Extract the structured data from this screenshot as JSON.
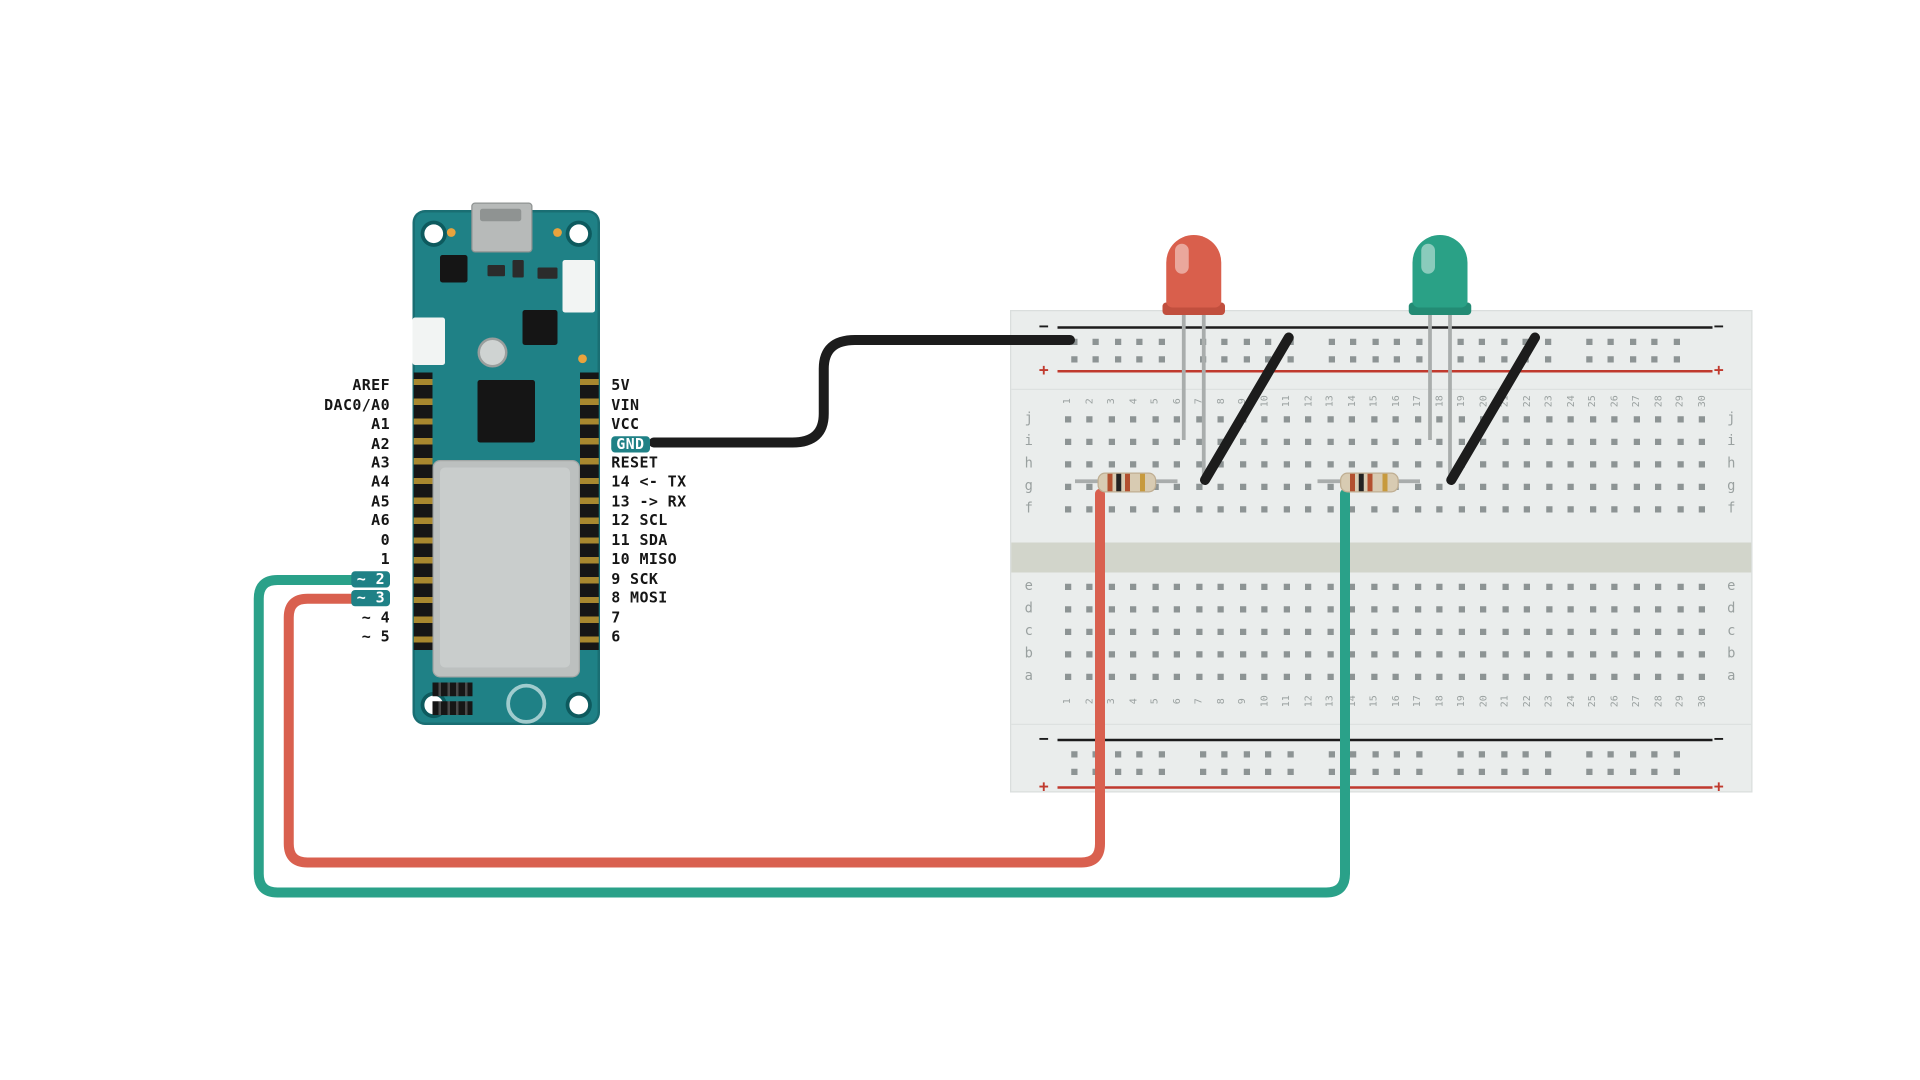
{
  "palette": {
    "board_teal": "#1f8186",
    "wire_black": "#1c1c1c",
    "wire_red": "#d9604f",
    "wire_teal": "#2aa189",
    "led_red": "#d95f4c",
    "led_red_dark": "#c14f3e",
    "led_green": "#2aa186",
    "led_green_dark": "#238b74",
    "breadboard_bg": "#eaedec",
    "hole_gray": "#8d9494",
    "rail_red_line": "#c03a2e",
    "rail_black_line": "#1c1c1c",
    "label_gray": "#9aa1a0",
    "lead_gray": "#a9adac",
    "resistor_body": "#d8cbb2",
    "resistor_bands": [
      "#b3502f",
      "#222222",
      "#b3502f",
      "#c79a3d"
    ]
  },
  "arduino": {
    "left_pins": [
      {
        "label": "AREF",
        "highlight": false
      },
      {
        "label": "DAC0/A0",
        "highlight": false
      },
      {
        "label": "A1",
        "highlight": false
      },
      {
        "label": "A2",
        "highlight": false
      },
      {
        "label": "A3",
        "highlight": false
      },
      {
        "label": "A4",
        "highlight": false
      },
      {
        "label": "A5",
        "highlight": false
      },
      {
        "label": "A6",
        "highlight": false
      },
      {
        "label": "0",
        "highlight": false
      },
      {
        "label": "1",
        "highlight": false
      },
      {
        "label": "~ 2",
        "highlight": true
      },
      {
        "label": "~ 3",
        "highlight": true
      },
      {
        "label": "~ 4",
        "highlight": false
      },
      {
        "label": "~ 5",
        "highlight": false
      }
    ],
    "right_pins": [
      {
        "label": "5V",
        "highlight": false
      },
      {
        "label": "VIN",
        "highlight": false
      },
      {
        "label": "VCC",
        "highlight": false
      },
      {
        "label": "GND",
        "highlight": true
      },
      {
        "label": "RESET",
        "highlight": false
      },
      {
        "label": "14 <- TX",
        "highlight": false
      },
      {
        "label": "13 -> RX",
        "highlight": false
      },
      {
        "label": "12 SCL",
        "highlight": false
      },
      {
        "label": "11 SDA",
        "highlight": false
      },
      {
        "label": "10 MISO",
        "highlight": false
      },
      {
        "label": "9 SCK",
        "highlight": false
      },
      {
        "label": "8 MOSI",
        "highlight": false
      },
      {
        "label": "7",
        "highlight": false
      },
      {
        "label": "6",
        "highlight": false
      }
    ]
  },
  "breadboard": {
    "columns": 30,
    "column_numbers": [
      "1",
      "2",
      "3",
      "4",
      "5",
      "6",
      "7",
      "8",
      "9",
      "10",
      "11",
      "12",
      "13",
      "14",
      "15",
      "16",
      "17",
      "18",
      "19",
      "20",
      "21",
      "22",
      "23",
      "24",
      "25",
      "26",
      "27",
      "28",
      "29",
      "30"
    ],
    "top_row_letters": [
      "j",
      "i",
      "h",
      "g",
      "f"
    ],
    "bottom_row_letters": [
      "e",
      "d",
      "c",
      "b",
      "a"
    ],
    "plus": "+",
    "minus": "−"
  }
}
